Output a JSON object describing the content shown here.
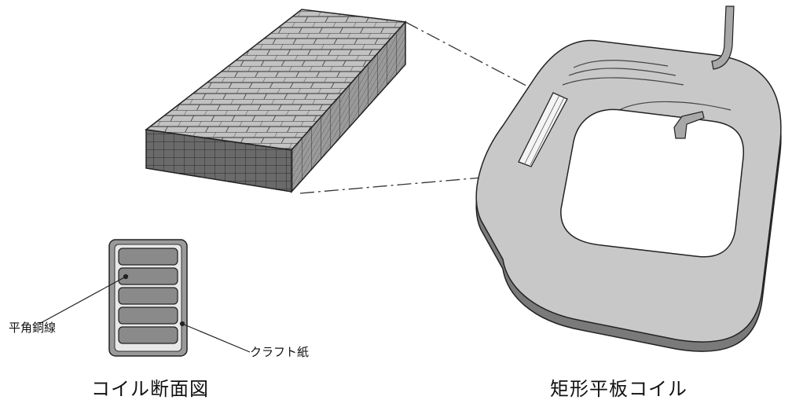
{
  "labels": {
    "flat_wire": "平角銅線",
    "kraft_paper": "クラフト紙"
  },
  "captions": {
    "cross_section": "コイル断面図",
    "coil": "矩形平板コイル"
  },
  "colors": {
    "line": "#222222",
    "block_fill": "#bdbdbd",
    "block_dark": "#5a5a5a",
    "coil_fill": "#c8c8c8",
    "bar_fill": "#8a8a8a"
  }
}
